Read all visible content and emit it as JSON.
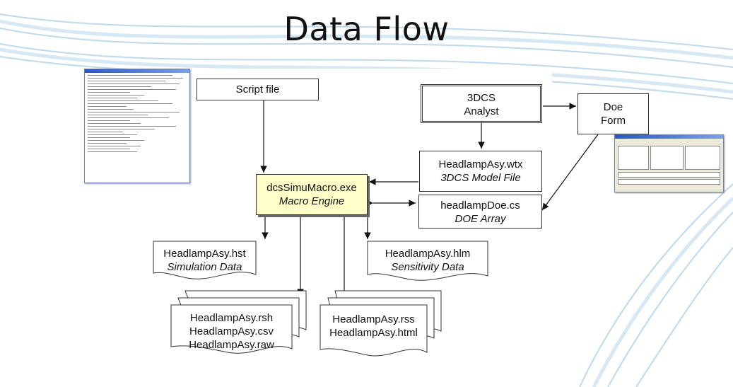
{
  "title": "Data Flow",
  "nodes": {
    "script_file": {
      "label": "Script file"
    },
    "analyst": {
      "line1": "3DCS",
      "line2": "Analyst"
    },
    "doe_form": {
      "line1": "Doe",
      "line2": "Form"
    },
    "model_file": {
      "line1": "HeadlampAsy.wtx",
      "line2": "3DCS Model File"
    },
    "macro_engine": {
      "line1": "dcsSimuMacro.exe",
      "line2": "Macro Engine"
    },
    "doe_array": {
      "line1": "headlampDoe.cs",
      "line2": "DOE Array"
    },
    "simulation": {
      "line1": "HeadlampAsy.hst",
      "line2": "Simulation Data"
    },
    "sensitivity": {
      "line1": "HeadlampAsy.hlm",
      "line2": "Sensitivity Data"
    },
    "rsh_group": {
      "line1": "HeadlampAsy.rsh",
      "line2": "HeadlampAsy.csv",
      "line3": "HeadlampAsy.raw"
    },
    "rss_group": {
      "line1": "HeadlampAsy.rss",
      "line2": "HeadlampAsy.html"
    }
  },
  "colors": {
    "engine_fill": "#ffffc8",
    "arrow": "#111111",
    "wave": "#9ec3e0"
  }
}
